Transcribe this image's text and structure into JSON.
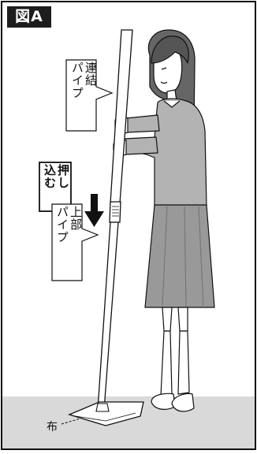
{
  "figure": {
    "label": "図A",
    "callouts": {
      "connecting_pipe": [
        "連結",
        "パイプ"
      ],
      "push_in": [
        "押し",
        "込む"
      ],
      "upper_pipe": [
        "上部",
        "パイプ"
      ],
      "cloth": "布"
    }
  }
}
